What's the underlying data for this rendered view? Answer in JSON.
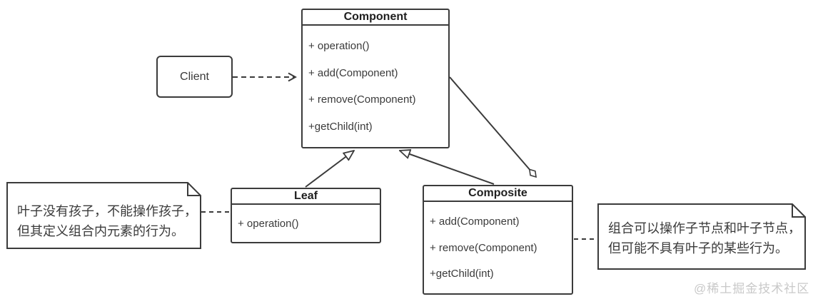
{
  "diagram": {
    "type": "uml-class-diagram",
    "pattern": "Composite"
  },
  "classes": {
    "component": {
      "name": "Component",
      "methods": [
        "+ operation()",
        "+ add(Component)",
        "+ remove(Component)",
        "+getChild(int)"
      ]
    },
    "leaf": {
      "name": "Leaf",
      "methods": [
        "+ operation()"
      ]
    },
    "composite": {
      "name": "Composite",
      "methods": [
        "+ add(Component)",
        "+ remove(Component)",
        "+getChild(int)"
      ]
    }
  },
  "client": {
    "label": "Client"
  },
  "notes": {
    "leaf_note": {
      "lines": [
        "叶子没有孩子，不能操作孩子，",
        "但其定义组合内元素的行为。"
      ]
    },
    "composite_note": {
      "lines": [
        "组合可以操作子节点和叶子节点，",
        "但可能不具有叶子的某些行为。"
      ]
    }
  },
  "relationships": [
    {
      "from": "Client",
      "to": "Component",
      "type": "dashed-dependency-arrow"
    },
    {
      "from": "Leaf",
      "to": "Component",
      "type": "generalization-hollow-triangle"
    },
    {
      "from": "Composite",
      "to": "Component",
      "type": "generalization-hollow-triangle"
    },
    {
      "from": "Component",
      "to": "Composite",
      "type": "aggregation-hollow-diamond",
      "diamond_at": "Composite"
    },
    {
      "from": "leaf_note",
      "to": "Leaf",
      "type": "dashed-note-anchor"
    },
    {
      "from": "composite_note",
      "to": "Composite",
      "type": "dashed-note-anchor"
    }
  ],
  "watermark": "@稀土掘金技术社区",
  "colors": {
    "border": "#3b3b3b",
    "text": "#3a3a3a",
    "background": "#ffffff",
    "watermark": "#c9c9c9"
  }
}
